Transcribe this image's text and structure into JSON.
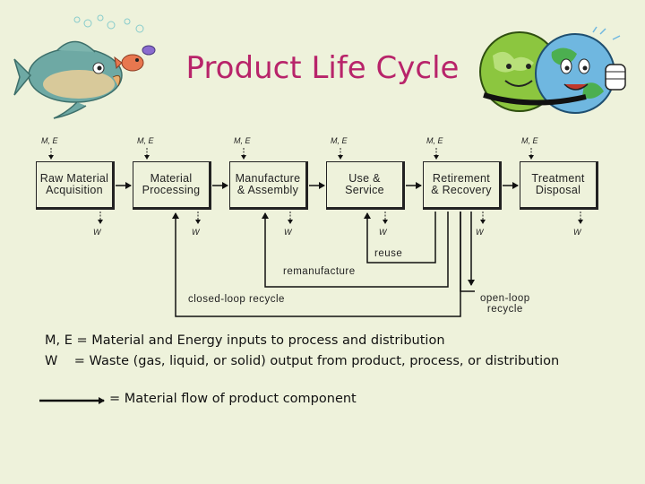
{
  "title": "Product Life Cycle",
  "stages": [
    {
      "label": "Raw Material\nAcquisition",
      "input": "M, E",
      "output": "W"
    },
    {
      "label": "Material\nProcessing",
      "input": "M, E",
      "output": "W"
    },
    {
      "label": "Manufacture\n& Assembly",
      "input": "M, E",
      "output": "W"
    },
    {
      "label": "Use &\nService",
      "input": "M, E",
      "output": "W"
    },
    {
      "label": "Retirement\n& Recovery",
      "input": "M, E",
      "output": "W"
    },
    {
      "label": "Treatment\nDisposal",
      "input": "M, E",
      "output": "W"
    }
  ],
  "loops": {
    "reuse": "reuse",
    "remanufacture": "remanufacture",
    "closed_loop": "closed-loop recycle",
    "open_loop": "open-loop\nrecycle"
  },
  "legend": {
    "me": "M, E = Material and Energy inputs to process and distribution",
    "w": "W    = Waste (gas, liquid, or solid) output from product, process, or distribution",
    "flow": "= Material flow of product component"
  },
  "colors": {
    "background": "#eef2db",
    "title": "#b8246a",
    "line": "#222222"
  }
}
